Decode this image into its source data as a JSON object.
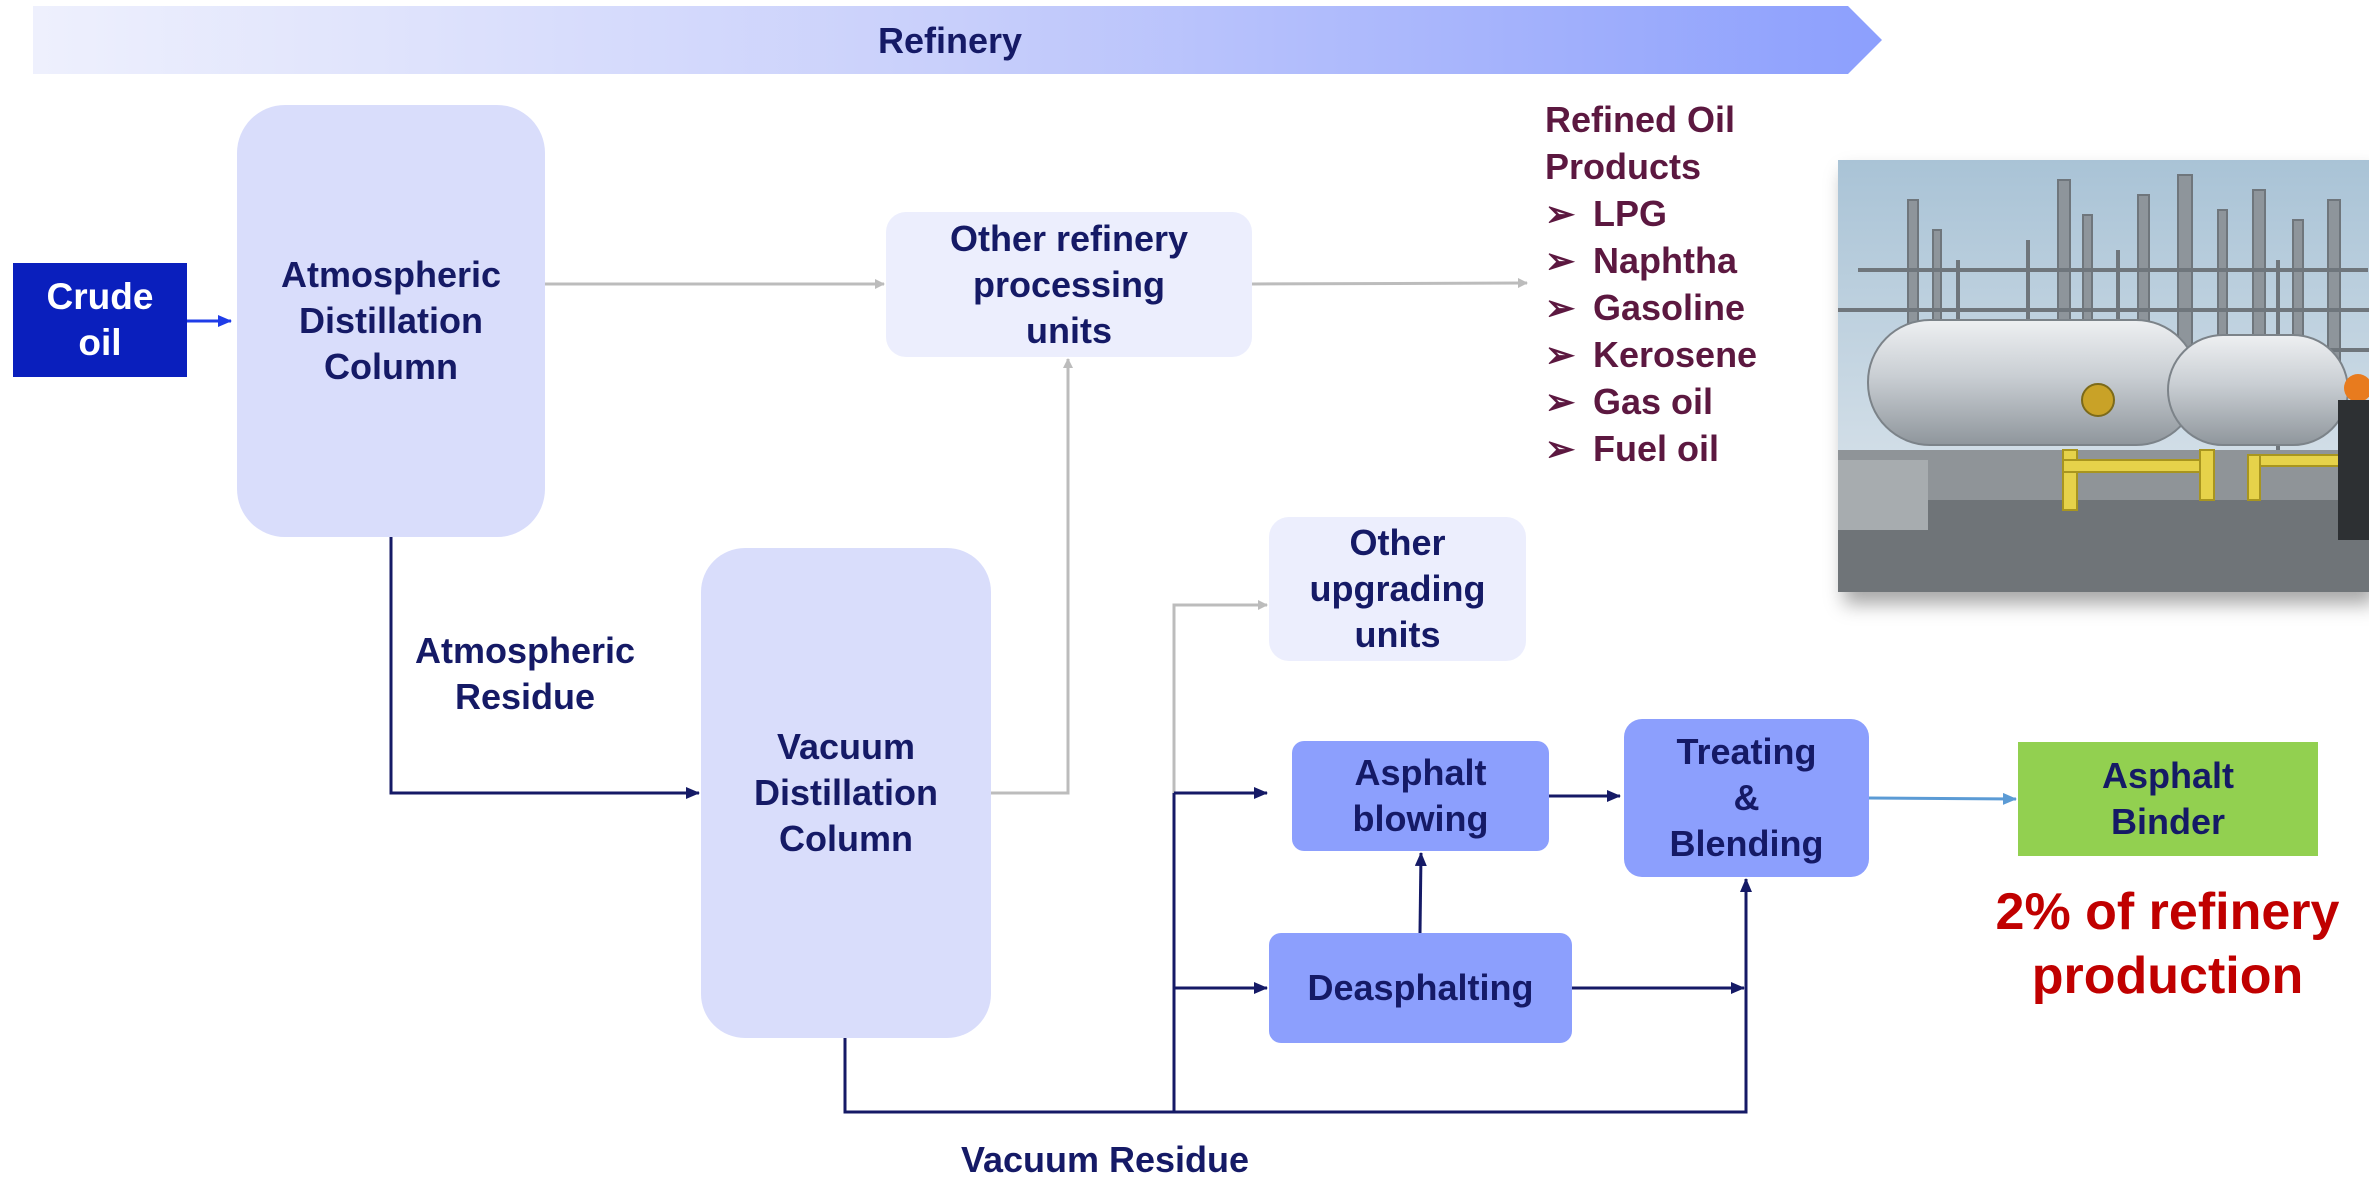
{
  "banner": {
    "label": "Refinery"
  },
  "nodes": {
    "crude_oil": "Crude\noil",
    "atmospheric_column": "Atmospheric\nDistillation\nColumn",
    "vacuum_column": "Vacuum\nDistillation\nColumn",
    "other_refinery_units": "Other refinery\nprocessing\nunits",
    "other_upgrading_units": "Other\nupgrading\nunits",
    "asphalt_blowing": "Asphalt\nblowing",
    "deasphalting": "Deasphalting",
    "treating_blending": "Treating\n&\nBlending",
    "asphalt_binder": "Asphalt\nBinder"
  },
  "flow_labels": {
    "atmospheric_residue": "Atmospheric\nResidue",
    "vacuum_residue": "Vacuum Residue"
  },
  "products": {
    "title": "Refined Oil\nProducts",
    "bullet_icon": "arrow-bullet-icon",
    "items": [
      "LPG",
      "Naphtha",
      "Gasoline",
      "Kerosene",
      "Gas oil",
      "Fuel oil"
    ]
  },
  "share_note": "2% of refinery\nproduction",
  "photo": {
    "icon": "refinery-photo"
  },
  "colors": {
    "crude": "#0a1fbd",
    "column": "#d9ddfb",
    "light_unit": "#eceefd",
    "process_unit": "#8c9ffd",
    "binder": "#92d050",
    "dark_text": "#151a66",
    "products_text": "#5c1840",
    "share_text": "#c00000",
    "grey_flow": "#bcbcbc",
    "navy_flow": "#151a66",
    "blue_flow": "#5b9bd5"
  }
}
